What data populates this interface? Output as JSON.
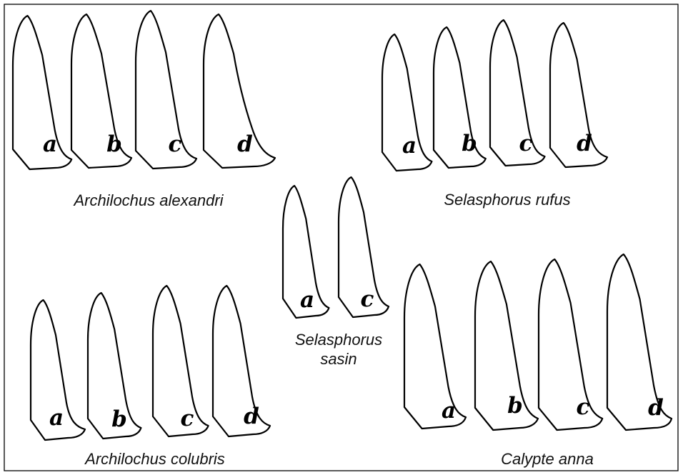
{
  "groups": [
    {
      "name": "Archilochus alexandri",
      "letters": [
        "a",
        "b",
        "c",
        "d"
      ]
    },
    {
      "name": "Selasphorus rufus",
      "letters": [
        "a",
        "b",
        "c",
        "d"
      ]
    },
    {
      "name_line1": "Selasphorus",
      "name_line2": "sasin",
      "letters": [
        "a",
        "c"
      ]
    },
    {
      "name": "Archilochus colubris",
      "letters": [
        "a",
        "b",
        "c",
        "d"
      ]
    },
    {
      "name": "Calypte anna",
      "letters": [
        "a",
        "b",
        "c",
        "d"
      ]
    }
  ]
}
